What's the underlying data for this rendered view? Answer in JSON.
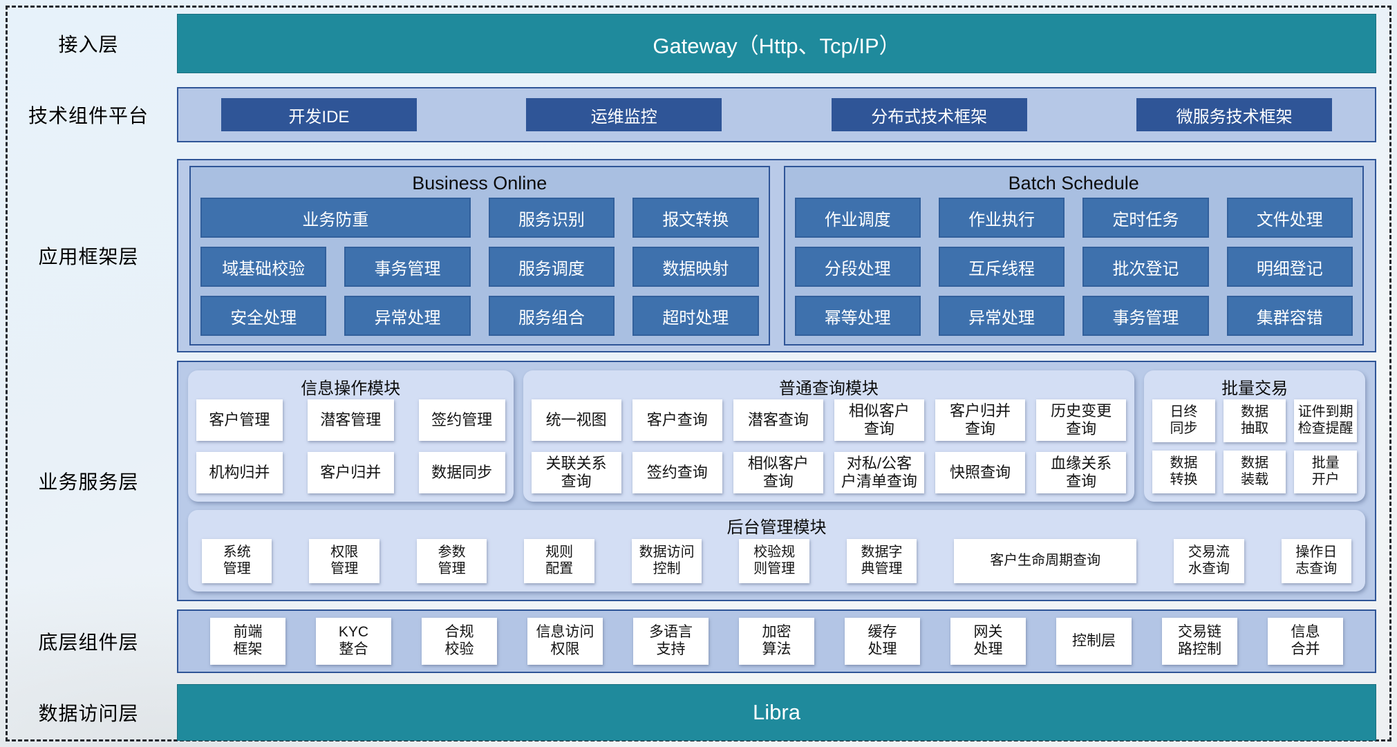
{
  "colors": {
    "teal_bar": "#1f8a9c",
    "navy_button": "#2f5597",
    "mid_blue_button": "#3e71ad",
    "container_blue": "#b9cae8",
    "panel_blue": "#a9bfe1",
    "subpanel_blue": "#d3def4",
    "border_blue": "#2f5597"
  },
  "layers": {
    "access": {
      "label": "接入层",
      "bar_text": "Gateway（Http、Tcp/IP）"
    },
    "tech_platform": {
      "label": "技术组件平台",
      "items": [
        "开发IDE",
        "运维监控",
        "分布式技术框架",
        "微服务技术框架"
      ]
    },
    "app_framework": {
      "label": "应用框架层",
      "business_online": {
        "title": "Business Online",
        "items": [
          "业务防重",
          "服务识别",
          "报文转换",
          "域基础校验",
          "事务管理",
          "服务调度",
          "数据映射",
          "安全处理",
          "异常处理",
          "服务组合",
          "超时处理"
        ]
      },
      "batch_schedule": {
        "title": "Batch Schedule",
        "items": [
          "作业调度",
          "作业执行",
          "定时任务",
          "文件处理",
          "分段处理",
          "互斥线程",
          "批次登记",
          "明细登记",
          "幂等处理",
          "异常处理",
          "事务管理",
          "集群容错"
        ]
      }
    },
    "business_service": {
      "label": "业务服务层",
      "info_module": {
        "title": "信息操作模块",
        "items": [
          "客户管理",
          "潜客管理",
          "签约管理",
          "机构归并",
          "客户归并",
          "数据同步"
        ]
      },
      "query_module": {
        "title": "普通查询模块",
        "items": [
          "统一视图",
          "客户查询",
          "潜客查询",
          "相似客户\n查询",
          "客户归并\n查询",
          "历史变更\n查询",
          "关联关系\n查询",
          "签约查询",
          "相似客户\n查询",
          "对私/公客\n户清单查询",
          "快照查询",
          "血缘关系\n查询"
        ]
      },
      "batch_module": {
        "title": "批量交易",
        "items": [
          "日终\n同步",
          "数据\n抽取",
          "证件到期\n检查提醒",
          "数据\n转换",
          "数据\n装载",
          "批量\n开户"
        ]
      },
      "admin_module": {
        "title": "后台管理模块",
        "items": [
          "系统\n管理",
          "权限\n管理",
          "参数\n管理",
          "规则\n配置",
          "数据访问\n控制",
          "校验规\n则管理",
          "数据字\n典管理",
          "客户生命周期查询",
          "交易流\n水查询",
          "操作日\n志查询"
        ]
      }
    },
    "base_components": {
      "label": "底层组件层",
      "items": [
        "前端\n框架",
        "KYC\n整合",
        "合规\n校验",
        "信息访问\n权限",
        "多语言\n支持",
        "加密\n算法",
        "缓存\n处理",
        "网关\n处理",
        "控制层",
        "交易链\n路控制",
        "信息\n合并"
      ]
    },
    "data_access": {
      "label": "数据访问层",
      "bar_text": "Libra"
    }
  }
}
